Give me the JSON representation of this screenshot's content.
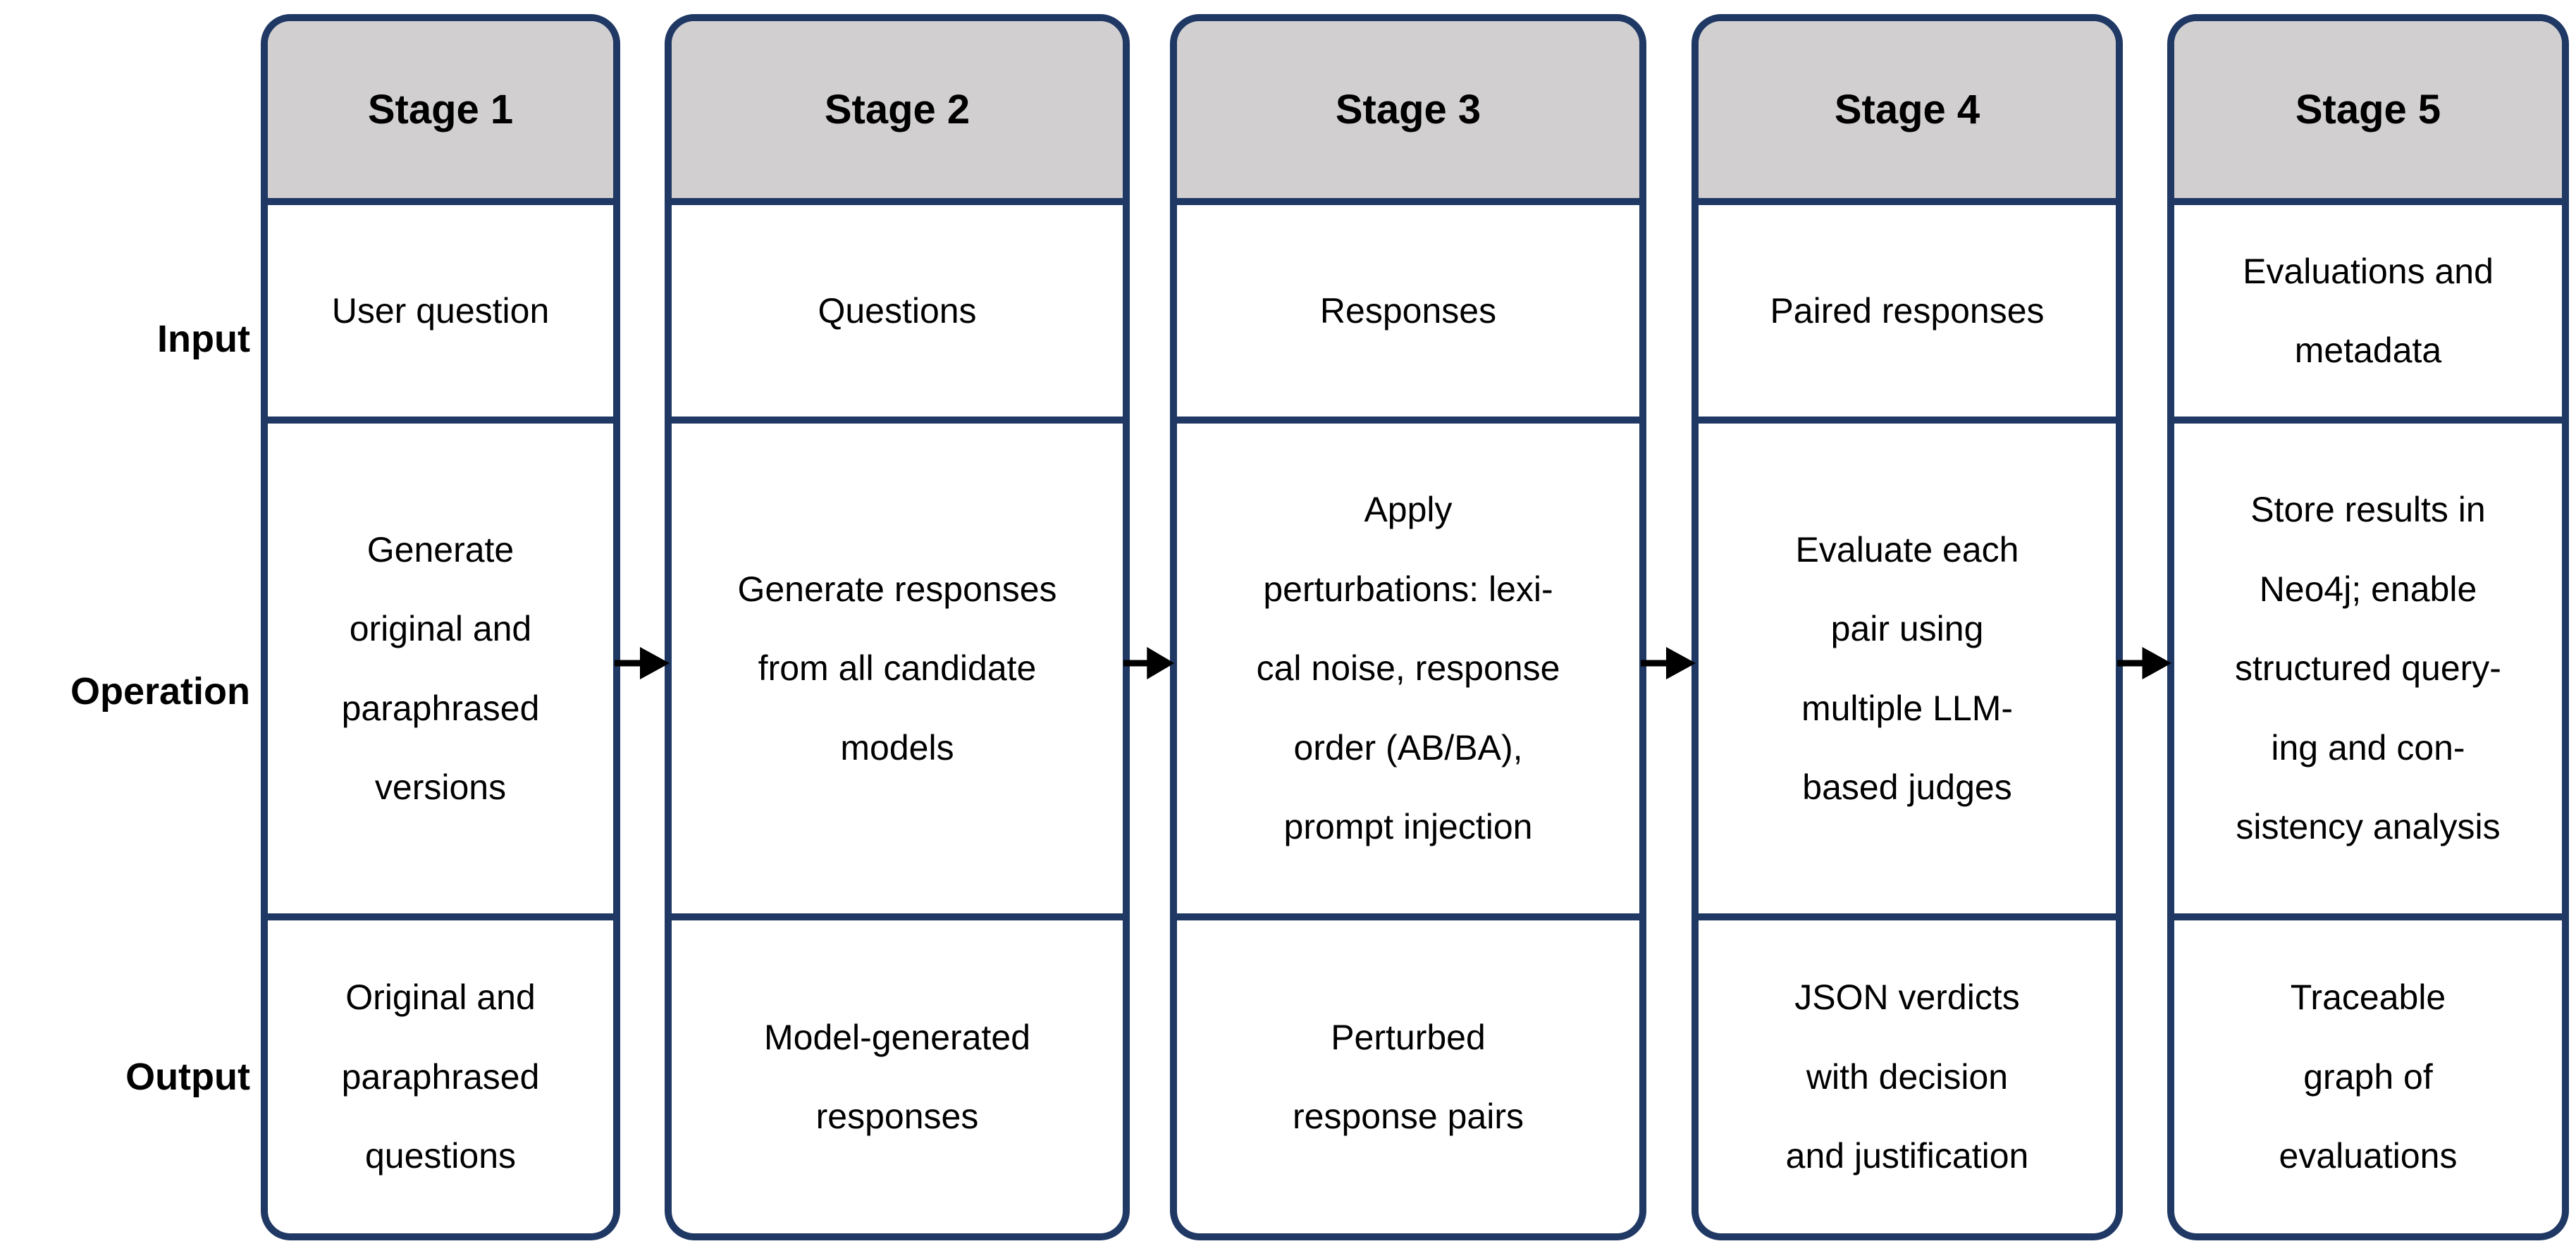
{
  "colors": {
    "border-navy": "#1f3864",
    "header-gray": "#d1cfcf",
    "arrow-black": "#000000",
    "text-black": "#000000"
  },
  "row_labels": {
    "input": "Input",
    "operation": "Operation",
    "output": "Output"
  },
  "stages": [
    {
      "header": "Stage 1",
      "input": "User question",
      "operation": "Generate\noriginal and\nparaphrased\nversions",
      "output": "Original and\nparaphrased\nquestions"
    },
    {
      "header": "Stage 2",
      "input": "Questions",
      "operation": "Generate responses\nfrom all candidate\nmodels",
      "output": "Model-generated\nresponses"
    },
    {
      "header": "Stage 3",
      "input": "Responses",
      "operation": "Apply\nperturbations: lexi-\ncal noise, response\norder (AB/BA),\nprompt injection",
      "output": "Perturbed\nresponse pairs"
    },
    {
      "header": "Stage 4",
      "input": "Paired responses",
      "operation": "Evaluate each\npair using\nmultiple LLM-\nbased judges",
      "output": "JSON verdicts\nwith decision\nand justification"
    },
    {
      "header": "Stage 5",
      "input": "Evaluations and\nmetadata",
      "operation": "Store results in\nNeo4j; enable\nstructured query-\ning and con-\nsistency analysis",
      "output": "Traceable\ngraph of\nevaluations"
    }
  ]
}
